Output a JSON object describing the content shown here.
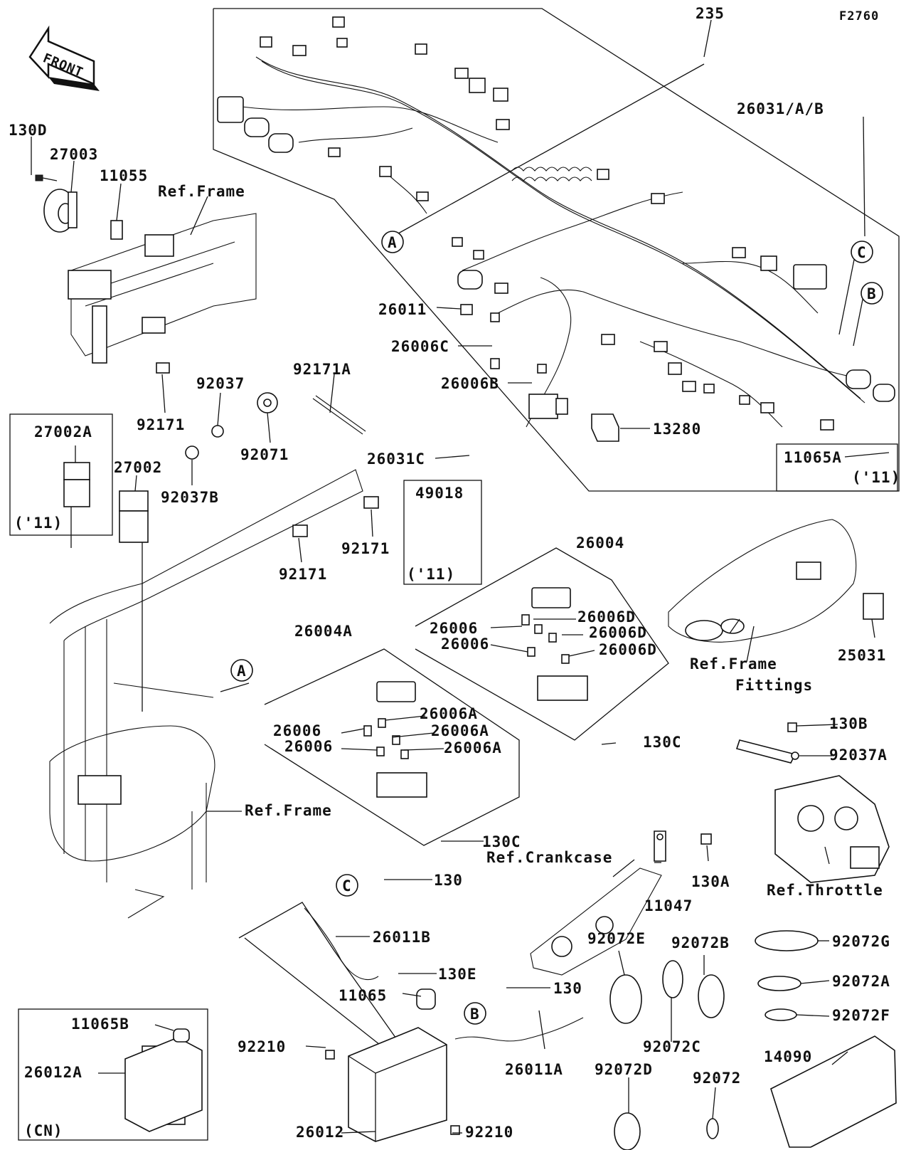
{
  "figure_code": "F2760",
  "front_arrow": "FRONT",
  "parts": [
    "235",
    "26031/A/B",
    "130D",
    "27003",
    "11055",
    "26011",
    "26006C",
    "26006B",
    "13280",
    "11065A",
    "92037",
    "92171A",
    "92171",
    "92071",
    "27002A",
    "27002",
    "92037B",
    "26031C",
    "49018",
    "26004",
    "26006D",
    "26006",
    "25031",
    "26004A",
    "26006A",
    "130C",
    "130B",
    "92037A",
    "130",
    "11047",
    "130A",
    "26011B",
    "130E",
    "11065",
    "92072E",
    "92072B",
    "92072G",
    "92072A",
    "92072F",
    "11065B",
    "92210",
    "26012A",
    "26012",
    "26011A",
    "92072C",
    "92072D",
    "92072",
    "14090"
  ],
  "refs": [
    "Ref.Frame",
    "Ref.Frame",
    "Ref.Frame",
    "Fittings",
    "Ref.Crankcase",
    "Ref.Throttle"
  ],
  "callouts": [
    "A",
    "B",
    "C"
  ],
  "year_notes": [
    "('11)",
    "('11)",
    "('11)"
  ],
  "cn_note": "(CN)"
}
